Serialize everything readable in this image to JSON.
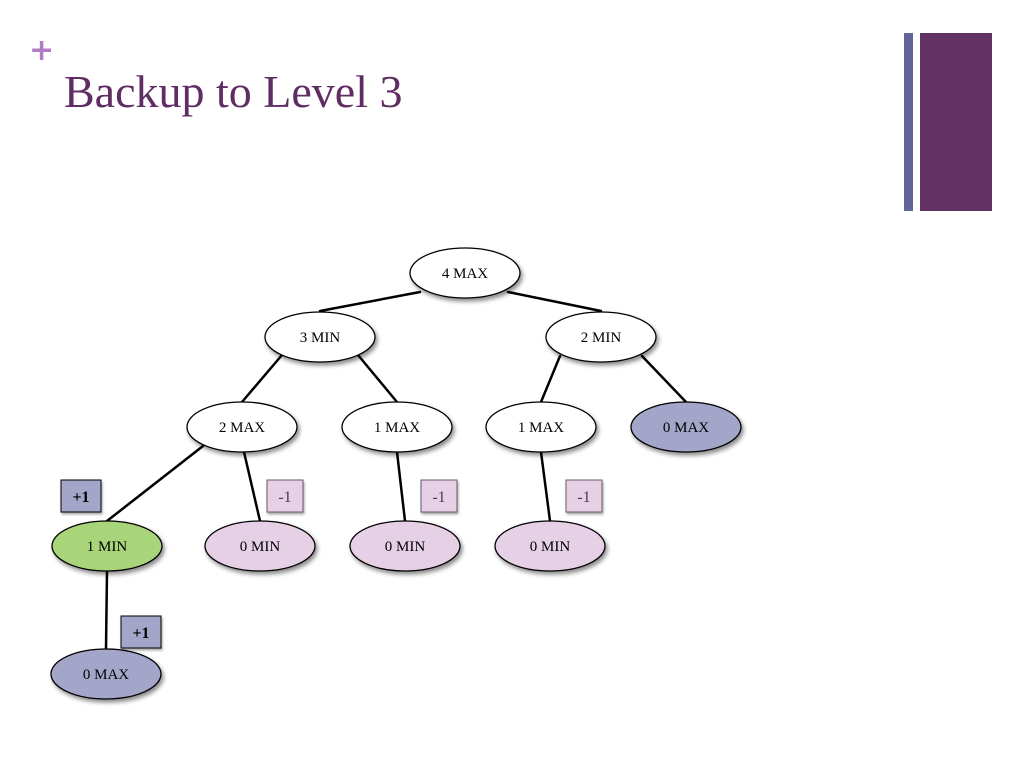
{
  "slide": {
    "bullet_symbol": "+",
    "title": "Backup to Level 3"
  },
  "colors": {
    "title": "#5f2d63",
    "bullet": "#b07cc6",
    "accent_bar_thin": "#626597",
    "accent_bar_thick": "#633264",
    "node_default": "#ffffff",
    "node_win": "#a8d47a",
    "node_loss": "#e6d0e6",
    "node_terminal_max": "#a3a6c9",
    "score_positive_fill": "#a3a6c9",
    "score_negative_fill": "#e6d0e6"
  },
  "tree": {
    "nodes": {
      "root": {
        "label": "4 MAX",
        "style": "default"
      },
      "n3min": {
        "label": "3 MIN",
        "style": "default"
      },
      "n2min": {
        "label": "2 MIN",
        "style": "default"
      },
      "n2max": {
        "label": "2 MAX",
        "style": "default"
      },
      "n1max_a": {
        "label": "1 MAX",
        "style": "default"
      },
      "n1max_b": {
        "label": "1 MAX",
        "style": "default"
      },
      "n0max_right": {
        "label": "0 MAX",
        "style": "terminal_max"
      },
      "n1min": {
        "label": "1 MIN",
        "style": "win"
      },
      "n0min_a": {
        "label": "0 MIN",
        "style": "loss"
      },
      "n0min_b": {
        "label": "0 MIN",
        "style": "loss"
      },
      "n0min_c": {
        "label": "0 MIN",
        "style": "loss"
      },
      "n0max_bottom": {
        "label": "0 MAX",
        "style": "terminal_max"
      }
    },
    "edges": [
      [
        "root",
        "n3min"
      ],
      [
        "root",
        "n2min"
      ],
      [
        "n3min",
        "n2max"
      ],
      [
        "n3min",
        "n1max_a"
      ],
      [
        "n2min",
        "n1max_b"
      ],
      [
        "n2min",
        "n0max_right"
      ],
      [
        "n2max",
        "n1min"
      ],
      [
        "n2max",
        "n0min_a"
      ],
      [
        "n1max_a",
        "n0min_b"
      ],
      [
        "n1max_b",
        "n0min_c"
      ],
      [
        "n1min",
        "n0max_bottom"
      ]
    ],
    "scores": {
      "s_n1min": {
        "label": "+1",
        "kind": "positive",
        "node": "n1min"
      },
      "s_n0min_a": {
        "label": "-1",
        "kind": "negative",
        "node": "n0min_a"
      },
      "s_n0min_b": {
        "label": "-1",
        "kind": "negative",
        "node": "n0min_b"
      },
      "s_n0min_c": {
        "label": "-1",
        "kind": "negative",
        "node": "n0min_c"
      },
      "s_n0max_bottom": {
        "label": "+1",
        "kind": "positive",
        "node": "n0max_bottom"
      }
    }
  }
}
